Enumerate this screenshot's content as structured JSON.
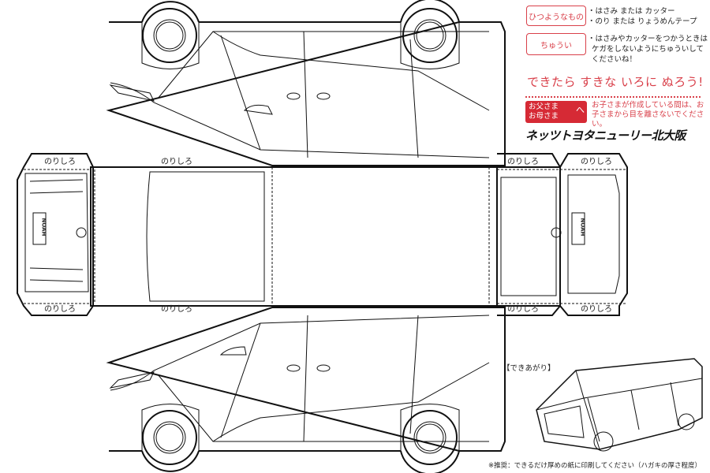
{
  "glue_tab_label": "のりしろ",
  "glue_tabs": [
    "のりしろ",
    "のりしろ",
    "のりしろ",
    "のりしろ",
    "のりしろ",
    "のりしろ",
    "のりしろ",
    "のりしろ"
  ],
  "car_badge": "NOAH",
  "instructions": {
    "needed_label": "ひつようなもの",
    "needed_items": [
      "・はさみ または カッター",
      "・のり または りょうめんテープ"
    ],
    "caution_label": "ちゅうい",
    "caution_text": [
      "・はさみやカッターをつかうときは",
      "ケガをしないようにちゅういして",
      "くださいね！"
    ],
    "slogan": "できたら すきな いろに ぬろう!",
    "parents_label_line1": "お父さま",
    "parents_label_line2": "お母さま",
    "parents_label_suffix": "へ",
    "parents_warning": "お子さまが作成している間は、お子さまから目を離さないでください。",
    "logo_text": "ネッツトヨタニューリー北大阪"
  },
  "finished_label": "【できあがり】",
  "footnote": "※推奨：できるだけ厚めの紙に印刷してください（ハガキの厚さ程度）",
  "colors": {
    "accent": "#d9404a",
    "accent_fill": "#d62a35",
    "line": "#111111"
  }
}
